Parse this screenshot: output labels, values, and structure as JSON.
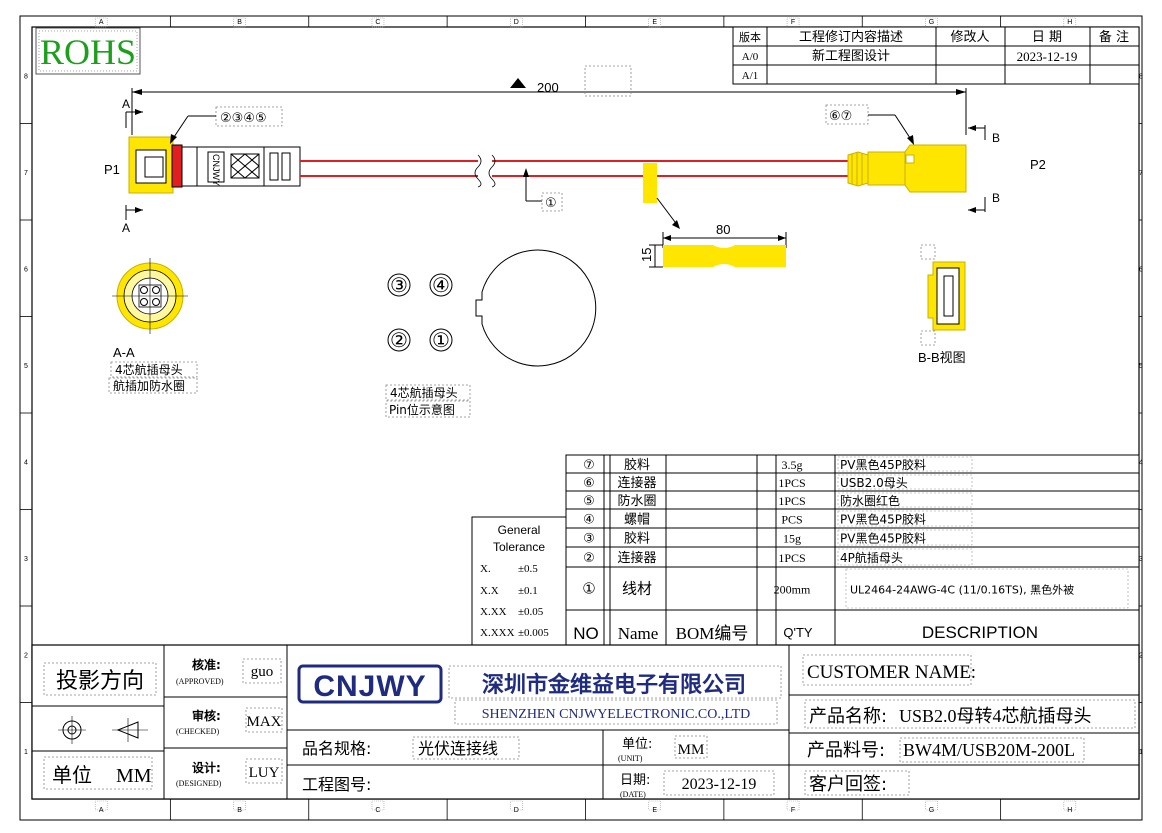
{
  "border": {
    "cols": [
      "A",
      "B",
      "C",
      "D",
      "E",
      "F",
      "G",
      "H"
    ],
    "rows": [
      "8",
      "7",
      "6",
      "5",
      "4",
      "3",
      "2",
      "1"
    ]
  },
  "rohs": "ROHS",
  "revision": {
    "headers": [
      "版本",
      "工程修订内容描述",
      "修改人",
      "日 期",
      "备 注"
    ],
    "rows": [
      {
        "ver": "A/0",
        "desc": "新工程图设计",
        "by": "",
        "date": "2023-12-19",
        "note": ""
      },
      {
        "ver": "A/1",
        "desc": "",
        "by": "",
        "date": "",
        "note": ""
      }
    ]
  },
  "drawing": {
    "length": "200",
    "p1": "P1",
    "p2": "P2",
    "section_a": "A",
    "section_b": "B",
    "callout_left": "②③④⑤",
    "callout_right": "⑥⑦",
    "callout_wire": "①",
    "connector_text": "CNJWY",
    "label_dim_w": "80",
    "label_dim_h": "15",
    "aa_title": "A-A",
    "aa_line1": "4芯航插母头",
    "aa_line2": "航插加防水圈",
    "pin_line1": "4芯航插母头",
    "pin_line2": "Pin位示意图",
    "pins": [
      "③",
      "④",
      "②",
      "①"
    ],
    "bb_title": "B-B视图"
  },
  "tolerance": {
    "title1": "General",
    "title2": "Tolerance",
    "rows": [
      {
        "k": "X.",
        "v": "±0.5"
      },
      {
        "k": "X.X",
        "v": "±0.1"
      },
      {
        "k": "X.XX",
        "v": "±0.05"
      },
      {
        "k": "X.XXX",
        "v": "±0.005"
      }
    ]
  },
  "bom": {
    "rows": [
      {
        "no": "⑦",
        "name": "胶料",
        "code": "",
        "qty": "3.5g",
        "desc": "PV黑色45P胶料"
      },
      {
        "no": "⑥",
        "name": "连接器",
        "code": "",
        "qty": "1PCS",
        "desc": "USB2.0母头"
      },
      {
        "no": "⑤",
        "name": "防水圈",
        "code": "",
        "qty": "1PCS",
        "desc": "防水圈红色"
      },
      {
        "no": "④",
        "name": "螺帽",
        "code": "",
        "qty": "PCS",
        "desc": "PV黑色45P胶料"
      },
      {
        "no": "③",
        "name": "胶料",
        "code": "",
        "qty": "15g",
        "desc": "PV黑色45P胶料"
      },
      {
        "no": "②",
        "name": "连接器",
        "code": "",
        "qty": "1PCS",
        "desc": "4P航插母头"
      },
      {
        "no": "①",
        "name": "线材",
        "code": "",
        "qty": "200mm",
        "desc": "UL2464-24AWG-4C (11/0.16TS), 黑色外被"
      }
    ],
    "header": {
      "no": "NO",
      "name": "Name",
      "code": "BOM编号",
      "qty": "Q'TY",
      "desc": "DESCRIPTION"
    }
  },
  "title_block": {
    "projection": "投影方向",
    "unit_label": "单位",
    "unit_value": "MM",
    "approved_cn": "核准:",
    "approved_en": "(APPROVED)",
    "approved_by": "guo",
    "checked_cn": "审核:",
    "checked_en": "(CHECKED)",
    "checked_by": "MAX",
    "designed_cn": "设计:",
    "designed_en": "(DESIGNED)",
    "designed_by": "LUY",
    "logo": "CNJWY",
    "company_cn": "深圳市金维益电子有限公司",
    "company_en": "SHENZHEN CNJWYELECTRONIC.CO.,LTD",
    "spec_label": "品名规格:",
    "spec_value": "光伏连接线",
    "unit2_label": "单位:",
    "unit2_en": "(UNIT)",
    "unit2_value": "MM",
    "dwg_label": "工程图号:",
    "date_label": "日期:",
    "date_en": "(DATE)",
    "date_value": "2023-12-19",
    "customer_label": "CUSTOMER NAME:",
    "product_label": "产品名称:",
    "product_value": "USB2.0母转4芯航插母头",
    "part_label": "产品料号:",
    "part_value": "BW4M/USB20M-200L",
    "sign_label": "客户回签:"
  },
  "colors": {
    "wire": "#e02020",
    "yellow": "#ffe600",
    "gray": "#9a9a9a",
    "green": "#1aa01a"
  }
}
